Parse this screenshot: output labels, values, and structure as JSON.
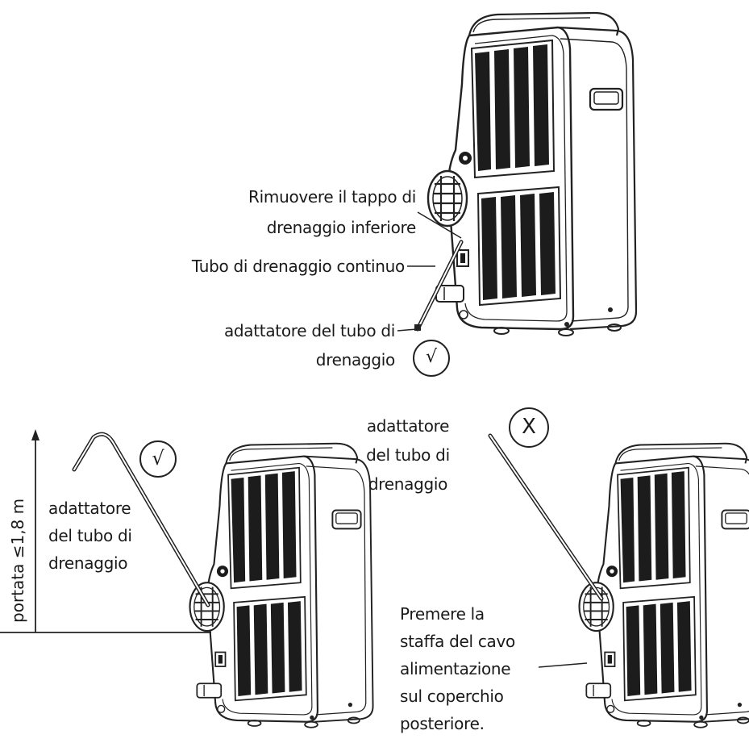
{
  "top_panel": {
    "remove_cap_label": [
      "Rimuovere il tappo di",
      "drenaggio inferiore"
    ],
    "continuous_hose_label": "Tubo di drenaggio continuo",
    "adapter_label": [
      "adattatore del tubo di",
      "drenaggio"
    ],
    "status_mark": "√"
  },
  "bottom_left_panel": {
    "height_label": "portata ≤1,8 m",
    "adapter_label": [
      "adattatore",
      "del tubo di",
      "drenaggio"
    ],
    "status_mark": "√"
  },
  "bottom_right_panel": {
    "adapter_label": [
      "adattatore",
      "del tubo di",
      "drenaggio"
    ],
    "bracket_label": [
      "Premere la",
      "staffa del cavo",
      "alimentazione",
      "sul coperchio",
      "posteriore."
    ],
    "status_mark": "X"
  }
}
